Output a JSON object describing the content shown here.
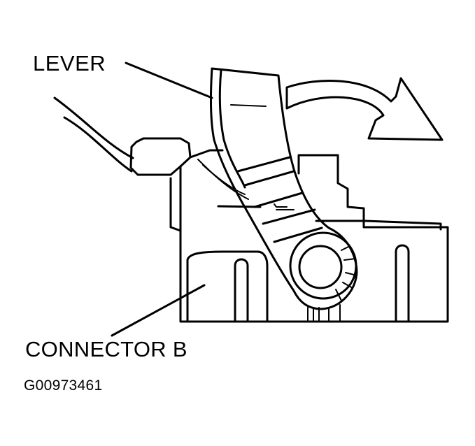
{
  "labels": {
    "lever": "LEVER",
    "connector": "CONNECTOR B",
    "figure_id": "G00973461"
  },
  "colors": {
    "line": "#000000",
    "background": "#ffffff"
  }
}
